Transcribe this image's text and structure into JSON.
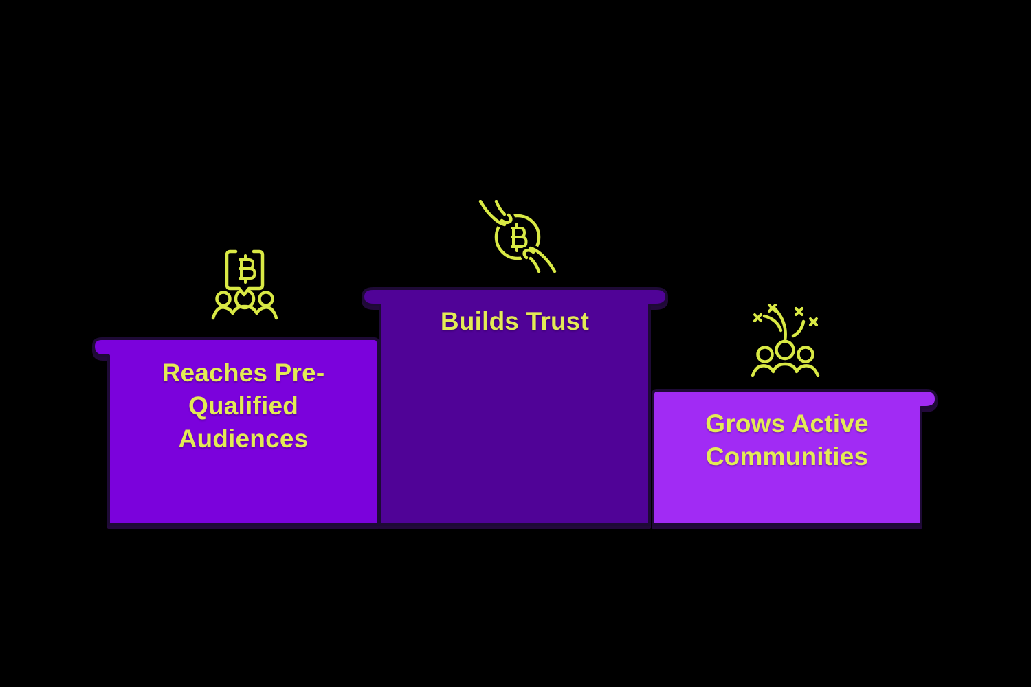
{
  "colors": {
    "background": "#000000",
    "block_left": "#7B02DC",
    "block_middle": "#500397",
    "block_right": "#A12BF4",
    "block_outline": "#1E0A36",
    "block_shadow": "#23093C",
    "label_text": "#E3EB55",
    "icon_stroke": "#D9E945",
    "icon_halo": "#000000"
  },
  "podium": {
    "items": [
      {
        "position": "left",
        "label": "Reaches Pre-\nQualified\nAudiences",
        "icon": "bitcoin-chat-audience-icon"
      },
      {
        "position": "center",
        "label": "Builds Trust",
        "icon": "hands-exchange-bitcoin-icon"
      },
      {
        "position": "right",
        "label": "Grows Active\nCommunities",
        "icon": "community-celebration-icon"
      }
    ]
  }
}
